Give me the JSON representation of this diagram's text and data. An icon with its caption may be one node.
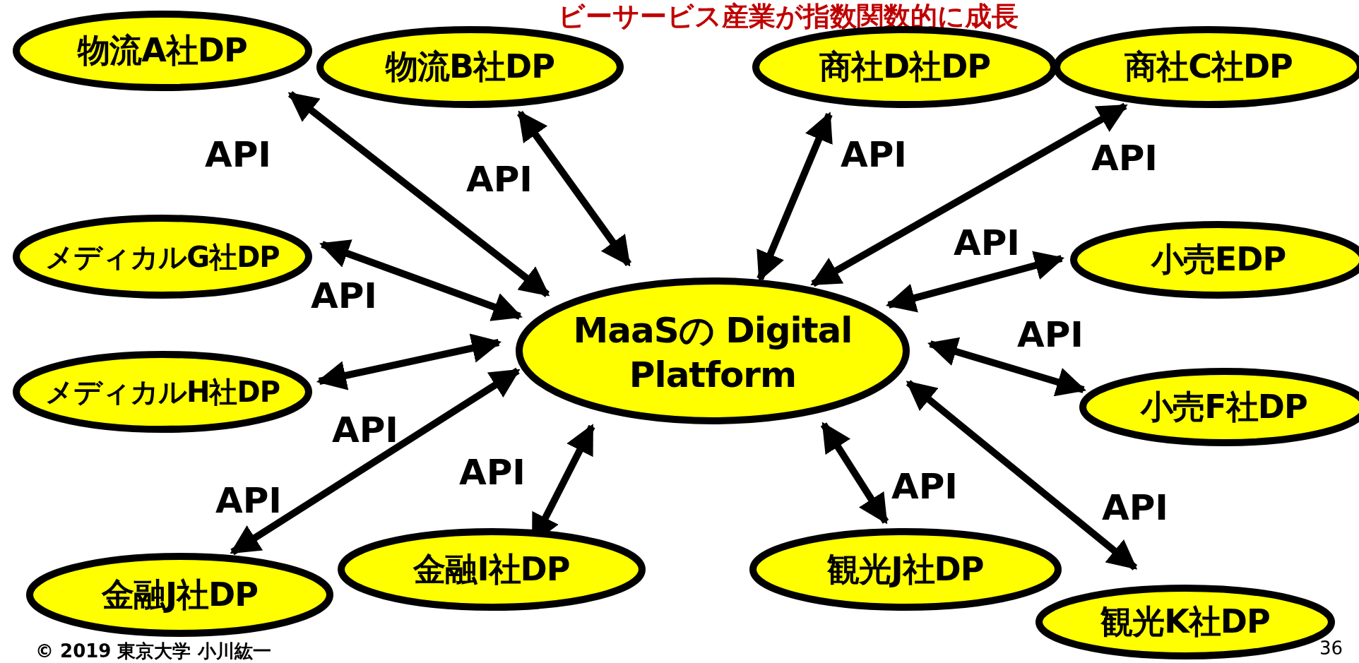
{
  "diagram": {
    "title": "ビーサービス産業が指数関数的に成長",
    "nodes": [
      {
        "text": [
          "物流A社DP"
        ]
      },
      {
        "text": [
          "物流B社DP"
        ]
      },
      {
        "text": [
          "商社D社DP"
        ]
      },
      {
        "text": [
          "商社C社DP"
        ]
      },
      {
        "text": [
          "メディカルG社DP"
        ]
      },
      {
        "text": [
          "小売EDP"
        ]
      },
      {
        "text": [
          "MaaSの Digital Platform"
        ]
      },
      {
        "text": [
          "メディカルH社DP"
        ]
      },
      {
        "text": [
          "小売F社DP"
        ]
      },
      {
        "text": [
          "金融I社DP"
        ]
      },
      {
        "text": [
          "観光J社DP"
        ]
      },
      {
        "text": [
          "金融J社DP"
        ]
      },
      {
        "text": [
          "観光K社DP"
        ]
      }
    ],
    "edges": [
      {
        "from": 6,
        "to": 0,
        "arrow": "both",
        "label": "API"
      },
      {
        "from": 6,
        "to": 1,
        "arrow": "both",
        "label": "API"
      },
      {
        "from": 6,
        "to": 2,
        "arrow": "both",
        "label": "API"
      },
      {
        "from": 6,
        "to": 3,
        "arrow": "both",
        "label": "API"
      },
      {
        "from": 6,
        "to": 4,
        "arrow": "both",
        "label": "API"
      },
      {
        "from": 6,
        "to": 5,
        "arrow": "both",
        "label": "API"
      },
      {
        "from": 6,
        "to": 7,
        "arrow": "both",
        "label": "API"
      },
      {
        "from": 6,
        "to": 8,
        "arrow": "both",
        "label": "API"
      },
      {
        "from": 6,
        "to": 9,
        "arrow": "both",
        "label": "API"
      },
      {
        "from": 6,
        "to": 10,
        "arrow": "both",
        "label": "API"
      },
      {
        "from": 6,
        "to": 11,
        "arrow": "both",
        "label": "API"
      },
      {
        "from": 6,
        "to": 12,
        "arrow": "both",
        "label": "API"
      }
    ],
    "labels": [
      "© 2019 東京大学 小川紘一",
      "36"
    ]
  }
}
